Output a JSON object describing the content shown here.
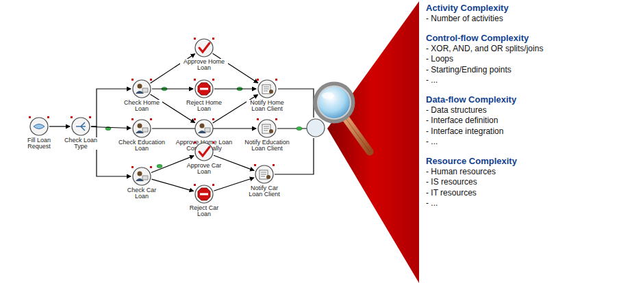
{
  "diagram": {
    "nodes": [
      {
        "text": [
          "Fill Loan Request"
        ]
      },
      {
        "text": [
          "Check Loan Type"
        ]
      },
      {
        "text": [
          "Check Home Loan"
        ]
      },
      {
        "text": [
          "Approve Home Loan"
        ]
      },
      {
        "text": [
          "Reject Home Loan"
        ]
      },
      {
        "text": [
          "Approve Home Loan Conditionally"
        ]
      },
      {
        "text": [
          "Notify Home Loan Client"
        ]
      },
      {
        "text": [
          "Check Education Loan"
        ]
      },
      {
        "text": [
          "Notify Education Loan Client"
        ]
      },
      {
        "text": [
          "Check Car Loan"
        ]
      },
      {
        "text": [
          "Approve Car Loan"
        ]
      },
      {
        "text": [
          "Reject Car Loan"
        ]
      },
      {
        "text": [
          "Notify Car Loan Client"
        ]
      }
    ],
    "edges": [
      {
        "from": 0,
        "to": 1,
        "arrow": "to"
      },
      {
        "from": 1,
        "to": 2,
        "arrow": "to"
      },
      {
        "from": 1,
        "to": 7,
        "arrow": "to"
      },
      {
        "from": 1,
        "to": 9,
        "arrow": "to"
      },
      {
        "from": 2,
        "to": 3,
        "arrow": "to"
      },
      {
        "from": 2,
        "to": 4,
        "arrow": "to"
      },
      {
        "from": 2,
        "to": 5,
        "arrow": "to"
      },
      {
        "from": 3,
        "to": 6,
        "arrow": "to"
      },
      {
        "from": 4,
        "to": 6,
        "arrow": "to"
      },
      {
        "from": 5,
        "to": 6,
        "arrow": "to"
      },
      {
        "from": 7,
        "to": 8,
        "arrow": "to"
      },
      {
        "from": 9,
        "to": 10,
        "arrow": "to"
      },
      {
        "from": 9,
        "to": 11,
        "arrow": "to"
      },
      {
        "from": 10,
        "to": 12,
        "arrow": "to"
      },
      {
        "from": 11,
        "to": 12,
        "arrow": "to"
      }
    ],
    "labels": [
      "Activity Complexity",
      "- Number of activities",
      "Control-flow Complexity",
      "- XOR, AND, and OR splits/joins",
      "- Loops",
      "- Starting/Ending points",
      "- ...",
      "Data-flow Complexity",
      "- Data structures",
      "- Interface definition",
      "- Interface integration",
      "- ...",
      "Resource Complexity",
      "- Human resources",
      "- IS resources",
      "- IT resources",
      "- ..."
    ]
  }
}
